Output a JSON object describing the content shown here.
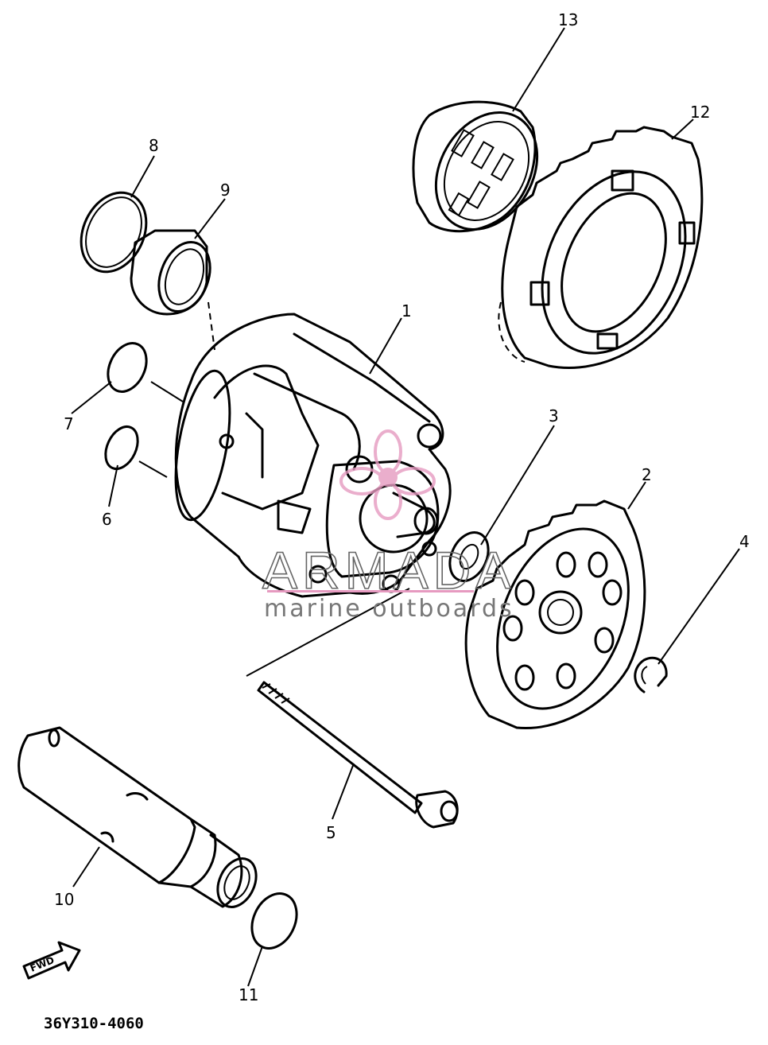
{
  "diagram": {
    "part_numbers": {
      "p1": "1",
      "p2": "2",
      "p3": "3",
      "p4": "4",
      "p5": "5",
      "p6": "6",
      "p7": "7",
      "p8": "8",
      "p9": "9",
      "p10": "10",
      "p11": "11",
      "p12": "12",
      "p13": "13"
    },
    "drawing_code": "36Y310-4060",
    "fwd_label": "FWD",
    "watermark": {
      "brand": "ARMADA",
      "tagline": "marine outboards",
      "accent_color": "#e69ac0"
    }
  }
}
